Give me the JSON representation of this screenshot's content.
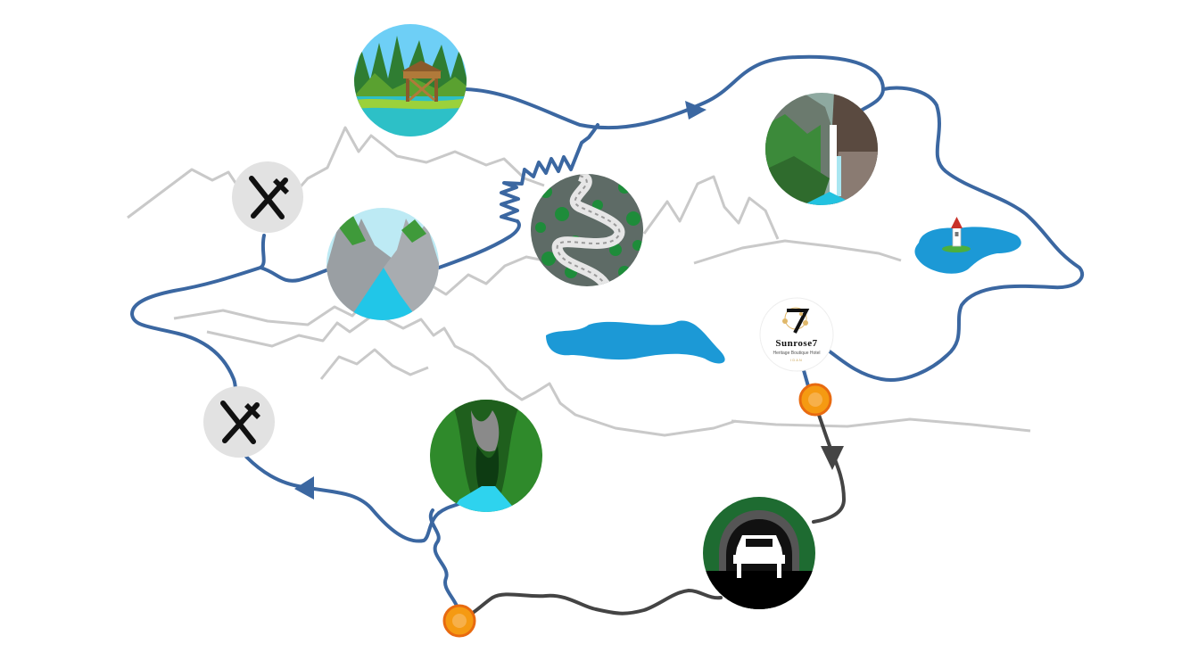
{
  "colors": {
    "route": "#3b67a1",
    "transfer_route": "#444444",
    "mountains": "#c9c9c9",
    "lake": "#1c99d6",
    "marker": "#f59a12",
    "marker_ring": "#e86a10",
    "icon_bg": "#e2e2e2"
  },
  "hotel": {
    "name": "Sunrose7",
    "subtitle": "Heritage Boutique Hotel",
    "tagline": "IDAN"
  },
  "icons": [
    "restaurant-icon",
    "restaurant-icon",
    "watchtower-lake-icon",
    "canyon-icon",
    "serpentine-road-icon",
    "waterfall-icon",
    "cave-icon",
    "tunnel-car-icon",
    "church-island-icon",
    "hotel-logo"
  ]
}
